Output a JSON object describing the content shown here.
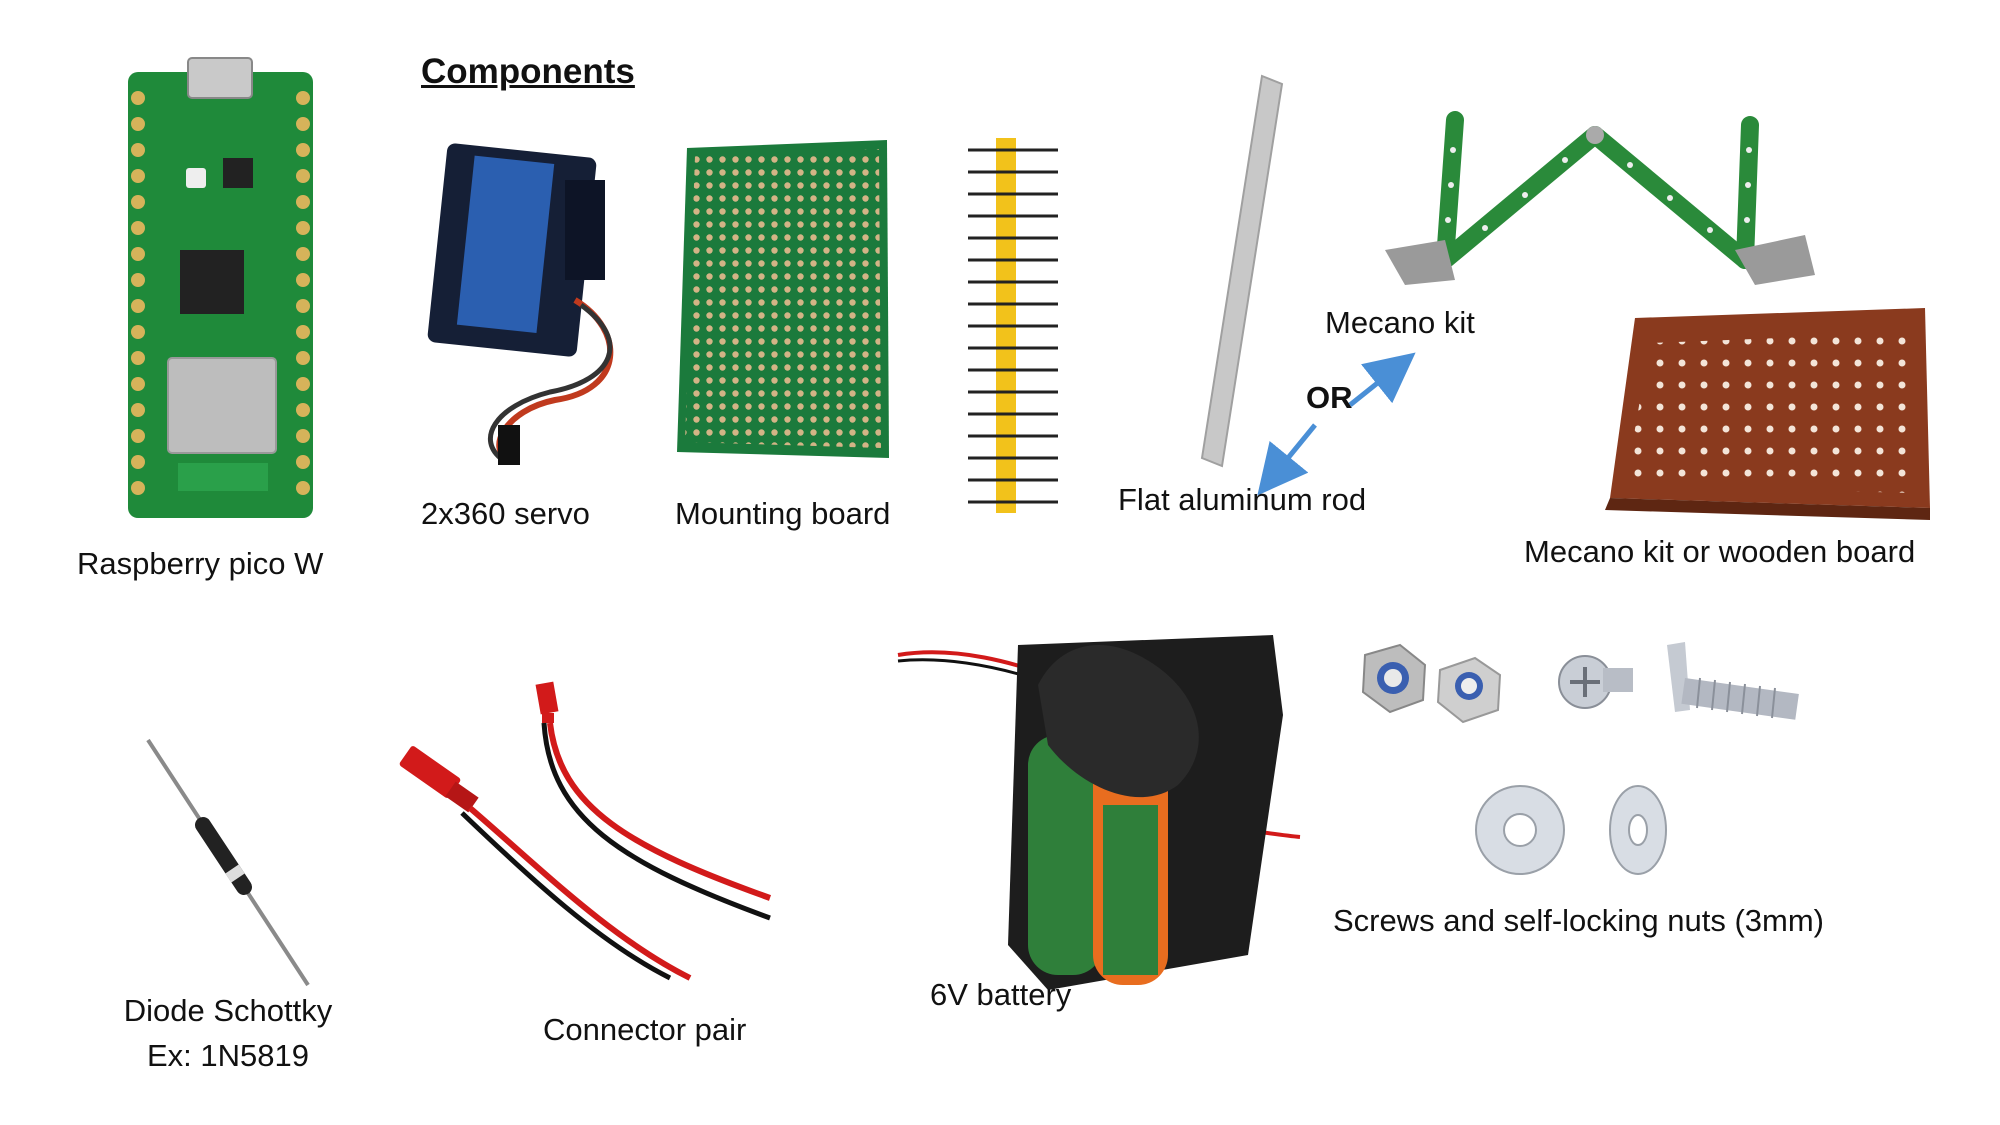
{
  "title": "Components",
  "labels": {
    "pico": "Raspberry pico W",
    "servo": "2x360 servo",
    "board": "Mounting board",
    "rod": "Flat aluminum rod",
    "mecano": "Mecano kit",
    "mecano_board": "Mecano kit or wooden board",
    "or": "OR",
    "diode_line1": "Diode Schottky",
    "diode_line2": "Ex: 1N5819",
    "connector": "Connector pair",
    "battery": "6V battery",
    "screws": "Screws and self-locking nuts (3mm)"
  },
  "colors": {
    "pcb_green": "#1f8a3a",
    "header_yellow": "#f2c21b",
    "arrow_blue": "#4a8fd6",
    "wire_red": "#d21a1a",
    "wire_black": "#111111",
    "battery_green": "#2f7f3a",
    "rust": "#8a3a1e"
  }
}
